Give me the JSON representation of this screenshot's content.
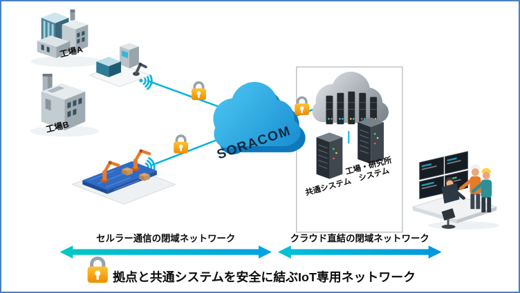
{
  "diagram": {
    "factories": {
      "a": {
        "label": "工場A"
      },
      "b": {
        "label": "工場B"
      }
    },
    "cloud": {
      "label": "SORACOM"
    },
    "datacenter": {
      "rack_common": {
        "label": "共通システム"
      },
      "rack_factory_lab": {
        "label_line1": "工場・研究所",
        "label_line2": "システム"
      }
    },
    "network_arrows": {
      "cellular": {
        "label": "セルラー通信の閉域ネットワーク"
      },
      "cloud_direct": {
        "label": "クラウド直結の閉域ネットワーク"
      }
    },
    "caption": {
      "text": "拠点と共通システムを安全に結ぶIoT専用ネットワーク"
    },
    "icons": {
      "padlock": "padlock-icon",
      "wifi": "wifi-signal-icon"
    },
    "colors": {
      "border_blue": "#4a7fc1",
      "line_cyan": "#00b2dc",
      "lock_orange": "#f59300",
      "cloud_blue": "#1d9bd7",
      "datacenter_gray": "#7b858d",
      "arrow_cyan_start": "#00c9c6",
      "arrow_cyan_end": "#00a2e4"
    }
  }
}
